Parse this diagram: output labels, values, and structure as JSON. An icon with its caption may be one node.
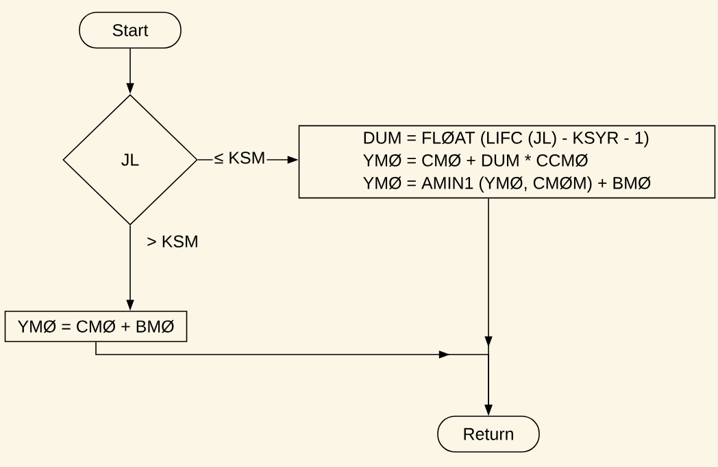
{
  "diagram": {
    "nodes": [
      {
        "text": [
          "Start"
        ]
      },
      {
        "text": [
          "JL"
        ]
      },
      {
        "text": [
          "DUM = FLØAT (LIFC (JL) - KSYR - 1)",
          "YMØ = CMØ + DUM * CCMØ",
          "YMØ = AMIN1 (YMØ, CMØM) + BMØ"
        ]
      },
      {
        "text": [
          "YMØ = CMØ + BMØ"
        ]
      },
      {
        "text": [
          "Return"
        ]
      }
    ],
    "edges": [
      {
        "from": 0,
        "to": 1,
        "arrow": "to"
      },
      {
        "from": 1,
        "to": 2,
        "arrow": "to",
        "label": "≤ KSM"
      },
      {
        "from": 1,
        "to": 3,
        "arrow": "to",
        "label": "> KSM"
      },
      {
        "from": 3,
        "to": 4,
        "arrow": "to"
      },
      {
        "from": 2,
        "to": 4,
        "arrow": "to"
      }
    ]
  }
}
